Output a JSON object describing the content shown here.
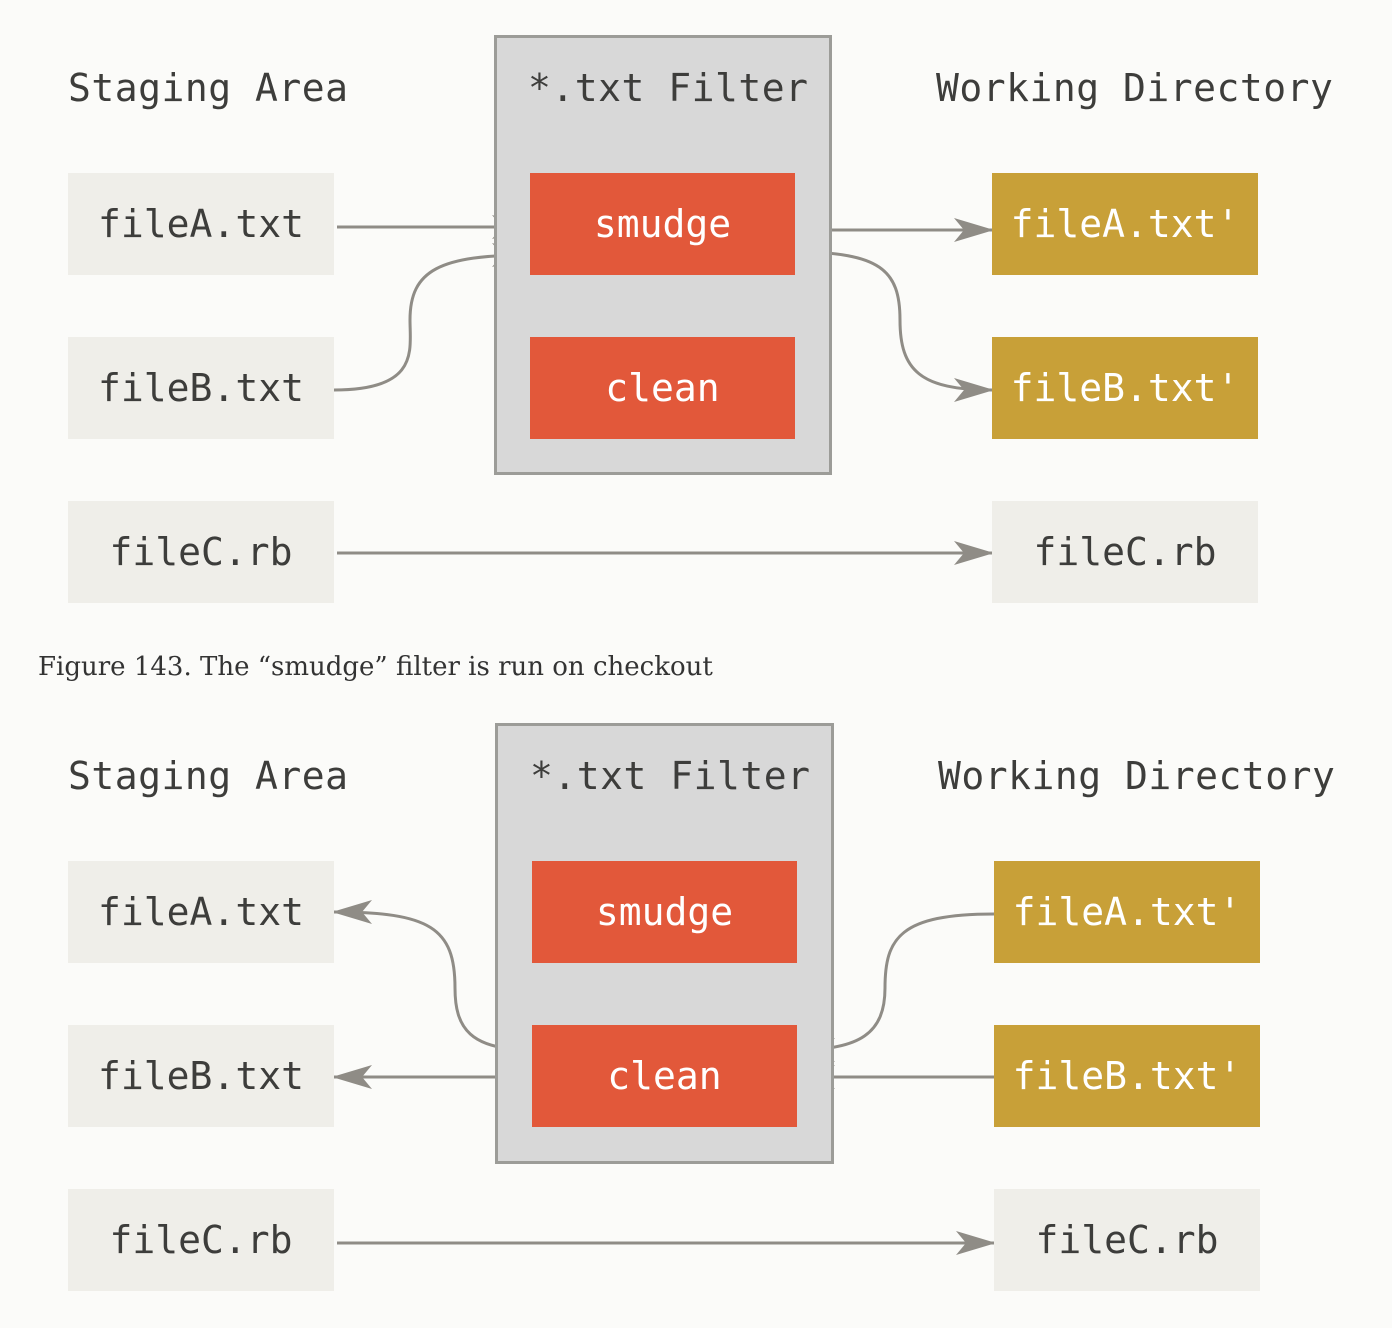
{
  "figure1": {
    "staging_heading": "Staging Area",
    "filter_heading": "*.txt Filter",
    "working_heading": "Working Directory",
    "staging": [
      "fileA.txt",
      "fileB.txt",
      "fileC.rb"
    ],
    "filters": [
      "smudge",
      "clean"
    ],
    "working": [
      "fileA.txt'",
      "fileB.txt'",
      "fileC.rb"
    ]
  },
  "caption": "Figure 143. The “smudge” filter is run on checkout",
  "figure2": {
    "staging_heading": "Staging Area",
    "filter_heading": "*.txt Filter",
    "working_heading": "Working Directory",
    "staging": [
      "fileA.txt",
      "fileB.txt",
      "fileC.rb"
    ],
    "filters": [
      "smudge",
      "clean"
    ],
    "working": [
      "fileA.txt'",
      "fileB.txt'",
      "fileC.rb"
    ]
  },
  "colors": {
    "filter_op": "#e2583a",
    "working_txt": "#c8a038",
    "file_box": "#efeee9",
    "arrow": "#8f8c86"
  }
}
